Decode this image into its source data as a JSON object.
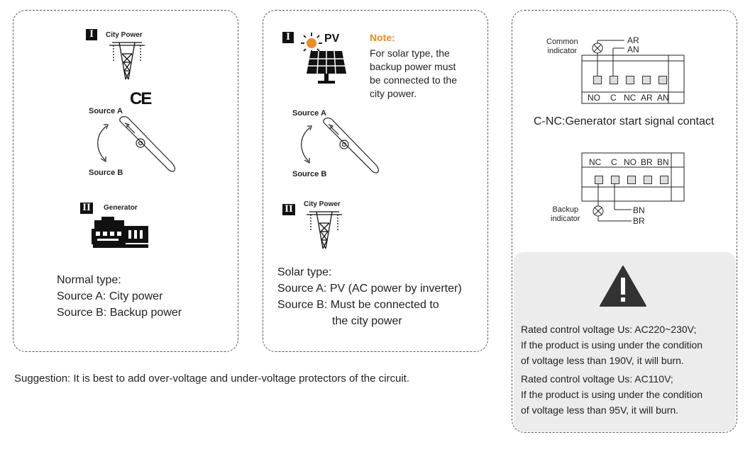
{
  "panel1": {
    "roman_1": "I",
    "city_power": "City Power",
    "ce_mark": "CE",
    "source_a": "Source A",
    "source_b": "Source B",
    "roman_2": "II",
    "generator": "Generator",
    "lines": [
      "Normal type:",
      "Source A: City power",
      "Source B: Backup power"
    ]
  },
  "panel2": {
    "roman_1": "I",
    "pv": "PV",
    "note_title": "Note:",
    "note_lines": [
      "For solar type, the",
      "backup power must",
      "be connected to the",
      "city power."
    ],
    "source_a": "Source A",
    "source_b": "Source B",
    "roman_2": "II",
    "city_power": "City Power",
    "lines": [
      "Solar type:",
      "Source A: PV (AC power by inverter)",
      "Source B: Must be connected to",
      "the city power"
    ]
  },
  "panel3": {
    "common_indicator": [
      "Common",
      "indicator"
    ],
    "ar": "AR",
    "an": "AN",
    "top_terminals": [
      "NO",
      "C",
      "NC",
      "AR",
      "AN"
    ],
    "signal_caption": "C-NC:Generator start signal contact",
    "bottom_terminals": [
      "NC",
      "C",
      "NO",
      "BR",
      "BN"
    ],
    "backup_indicator": [
      "Backup",
      "indicator"
    ],
    "bn": "BN",
    "br": "BR",
    "warning_lines": [
      "Rated control voltage Us: AC220~230V;",
      "If the product is using under the condition",
      "of voltage less than 190V, it will burn.",
      "Rated control voltage Us: AC110V;",
      "If the product is using under the condition",
      "of voltage less than 95V, it will burn."
    ]
  },
  "suggestion": "Suggestion: It is best to add over-voltage and under-voltage protectors of the circuit."
}
